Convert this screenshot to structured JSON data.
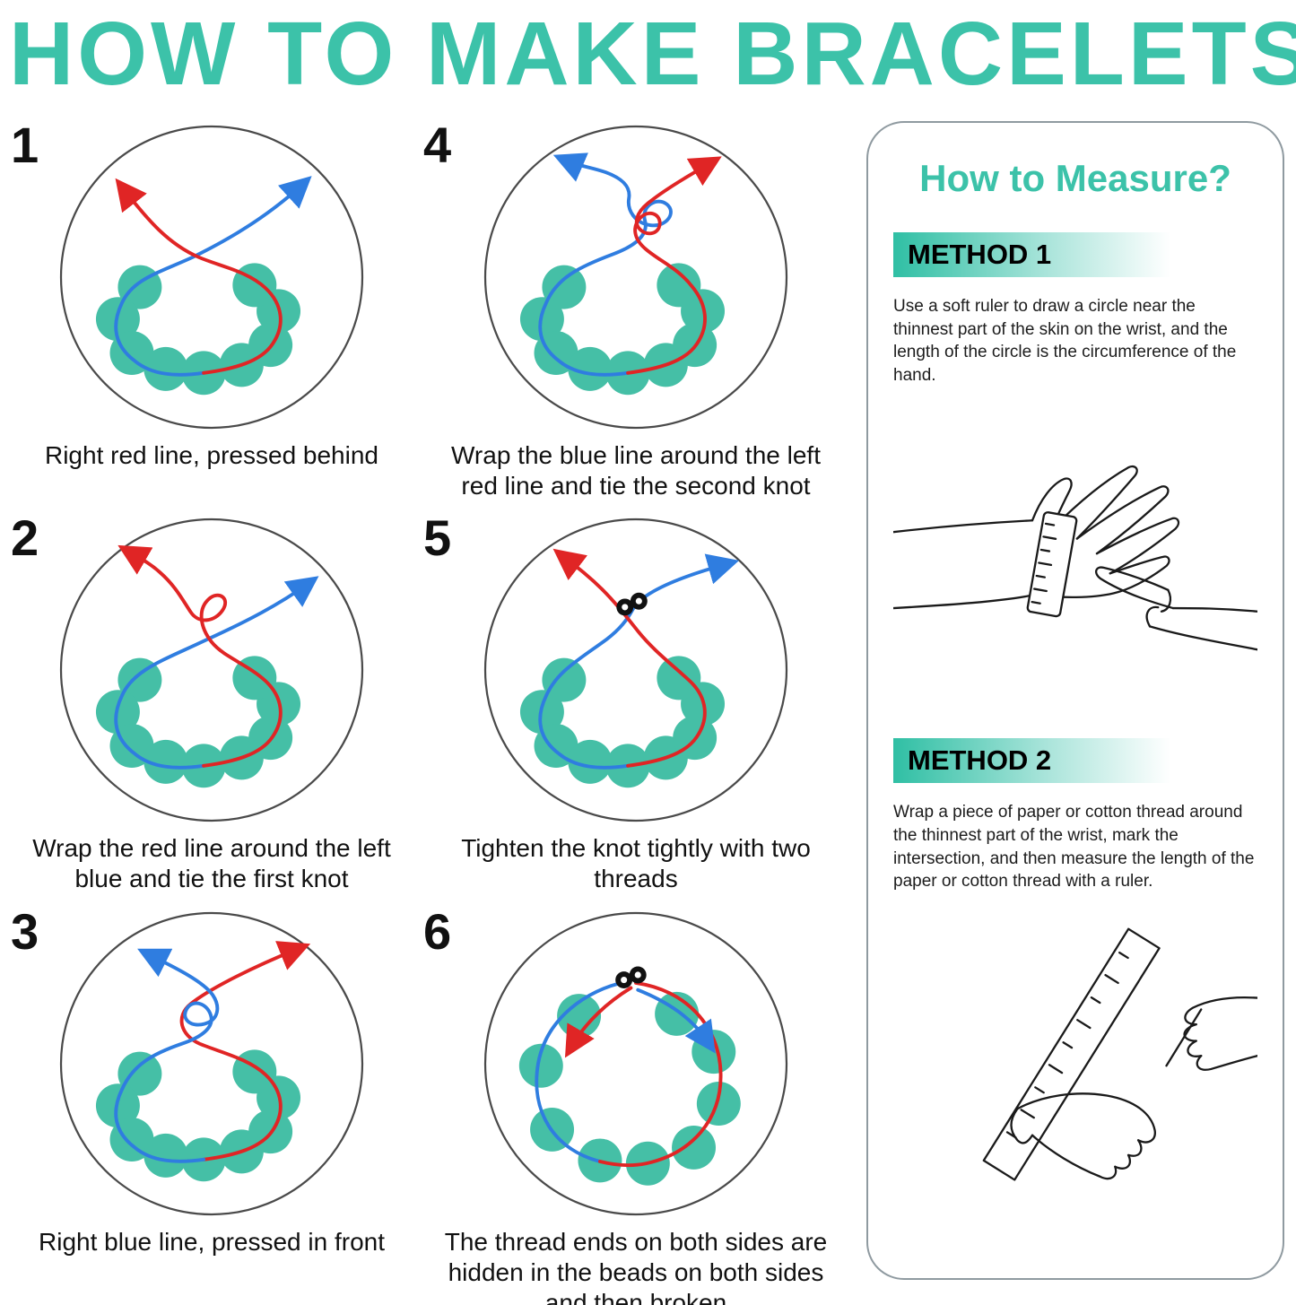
{
  "title": "HOW TO MAKE BRACELETS",
  "steps": [
    {
      "number": "1",
      "caption": "Right red line, pressed behind"
    },
    {
      "number": "2",
      "caption": "Wrap the red line around the left blue and tie the first knot"
    },
    {
      "number": "3",
      "caption": "Right blue line, pressed in front"
    },
    {
      "number": "4",
      "caption": "Wrap the blue line around the left red line and tie the second knot"
    },
    {
      "number": "5",
      "caption": "Tighten the knot tightly with two threads"
    },
    {
      "number": "6",
      "caption": "The thread ends on both sides are hidden in the beads on both sides and then broken"
    }
  ],
  "measure_panel": {
    "title": "How to Measure?",
    "method1": {
      "label": "METHOD 1",
      "text": "Use a soft ruler to draw a circle near the thinnest part of the skin on the wrist, and the length of the circle is the circumference of the hand."
    },
    "method2": {
      "label": "METHOD 2",
      "text": "Wrap a piece of paper or cotton thread around the thinnest part of the wrist, mark the intersection, and then measure the length of the paper or cotton thread with a ruler."
    }
  },
  "colors": {
    "accent_teal": "#3cc2a9",
    "bead_teal": "#45bfa6",
    "thread_red": "#e02525",
    "thread_blue": "#2f7de0",
    "knot_black": "#111111"
  }
}
